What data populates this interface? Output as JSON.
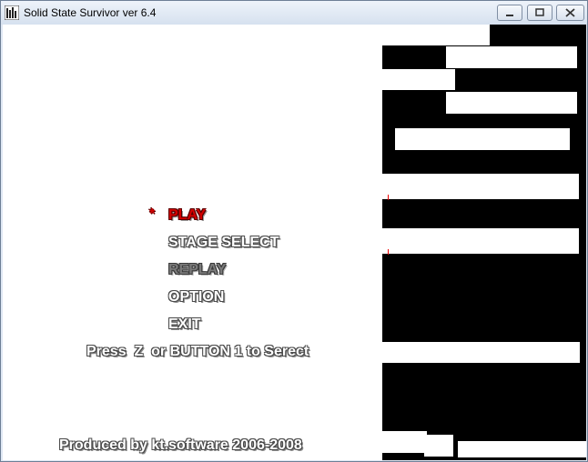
{
  "window": {
    "title": "Solid State Survivor ver 6.4",
    "icons": {
      "app": "app-icon",
      "minimize": "minimize-icon",
      "maximize": "maximize-icon",
      "close": "close-icon"
    }
  },
  "menu": {
    "cursor": "*",
    "items": [
      {
        "label": "PLAY"
      },
      {
        "label": "STAGE SELECT"
      },
      {
        "label": "REPLAY"
      },
      {
        "label": "OPTION"
      },
      {
        "label": "EXIT"
      }
    ],
    "selected_index": 0
  },
  "prompt": "Press  Z  or BUTTON 1 to Serect",
  "credits": "Produced by kt.software 2006-2008",
  "colors": {
    "selected": "#d40000",
    "normal": "#ffffff",
    "dimmed": "#7b7b7b"
  }
}
